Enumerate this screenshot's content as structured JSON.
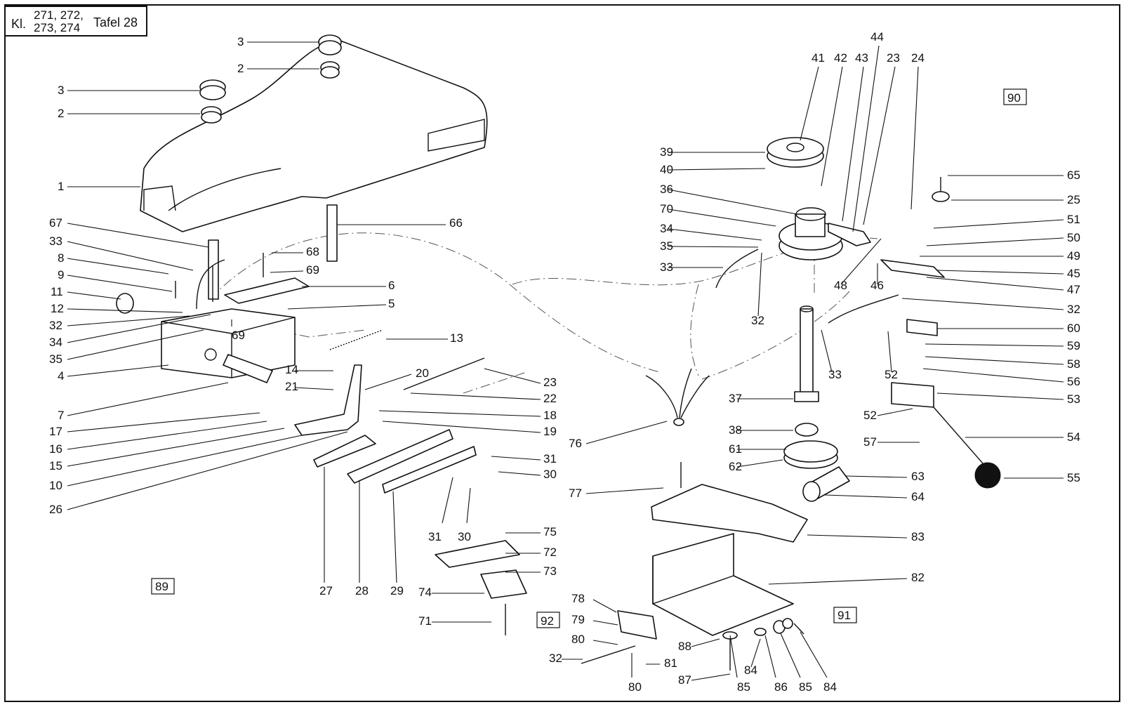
{
  "title_box": {
    "prefix": "Kl.",
    "classes_line1": "271, 272,",
    "classes_line2": "273, 274",
    "plate": "Tafel 28"
  },
  "section_markers": [
    "89",
    "90",
    "91",
    "92"
  ],
  "part_labels": [
    "3",
    "2",
    "3",
    "2",
    "1",
    "67",
    "33",
    "8",
    "9",
    "11",
    "12",
    "32",
    "34",
    "35",
    "4",
    "7",
    "17",
    "16",
    "15",
    "10",
    "26",
    "68",
    "69",
    "6",
    "5",
    "69",
    "66",
    "13",
    "14",
    "21",
    "20",
    "23",
    "22",
    "18",
    "19",
    "31",
    "30",
    "31",
    "30",
    "27",
    "28",
    "29",
    "75",
    "72",
    "73",
    "74",
    "71",
    "78",
    "79",
    "80",
    "32",
    "80",
    "81",
    "41",
    "42",
    "43",
    "44",
    "23",
    "24",
    "39",
    "40",
    "36",
    "70",
    "34",
    "35",
    "33",
    "32",
    "65",
    "25",
    "51",
    "50",
    "49",
    "45",
    "47",
    "48",
    "46",
    "32",
    "60",
    "59",
    "58",
    "56",
    "53",
    "52",
    "52",
    "57",
    "54",
    "55",
    "33",
    "76",
    "37",
    "38",
    "61",
    "62",
    "63",
    "64",
    "77",
    "83",
    "82",
    "88",
    "87",
    "85",
    "84",
    "86",
    "85",
    "84"
  ]
}
